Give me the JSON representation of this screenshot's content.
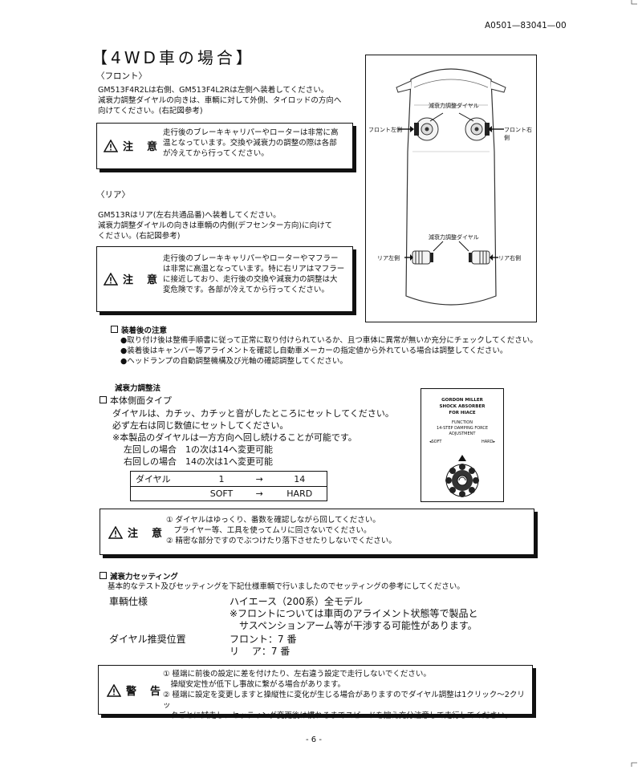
{
  "doc_code": "A0501—83041—00",
  "title": "【4WD車の場合】",
  "front": {
    "heading": "〈フロント〉",
    "lines": [
      "GM513F4R2Lは右側、GM513F4L2Rは左側へ装着してください。",
      "減衰力調整ダイヤルの向きは、車輌に対して外側、タイロッドの方向へ",
      "向けてください。(右記図参考)"
    ],
    "caution_label": "注　意",
    "caution_lines": [
      "走行後のブレーキキャリパーやローターは非常に高",
      "温となっています。交換や減衰力の調整の際は各部",
      "が冷えてから行ってください。"
    ]
  },
  "rear": {
    "heading": "〈リア〉",
    "lines": [
      "GM513Rはリア(左右共通品番)へ装着してください。",
      "減衰力調整ダイヤルの向きは車輌の内側(デフセンター方向)に向けて",
      "ください。(右記図参考)"
    ],
    "caution_label": "注　意",
    "caution_lines": [
      "走行後のブレーキキャリパーやローターやマフラー",
      "は非常に高温となっています。特に右リアはマフラー",
      "に接近しており、走行後の交換や減衰力の調整は大",
      "変危険です。各部が冷えてから行ってください。"
    ]
  },
  "diagram": {
    "front_dial_label": "減衰力調整ダイヤル",
    "front_left": "フロント左側",
    "front_right": "フロント右側",
    "rear_dial_label": "減衰力調整ダイヤル",
    "rear_left": "リア左側",
    "rear_right": "リア右側"
  },
  "after_install": {
    "heading": "装着後の注意",
    "bullets": [
      "●取り付け後は整備手順書に従って正常に取り付けられているか、且つ車体に異常が無いか充分にチェックしてください。",
      "●装着後はキャンバー等アライメントを確認し自動車メーカーの指定値から外れている場合は調整してください。",
      "●ヘッドランプの自動調整機構及び光軸の確認調整してください。"
    ]
  },
  "damping": {
    "heading": "減衰力調整法",
    "subheading": "本体側面タイプ",
    "lines": [
      "ダイヤルは、カチッ、カチッと音がしたところにセットしてください。",
      "必ず左右は同じ数値にセットしてください。"
    ],
    "note_lines": [
      "※本製品のダイヤルは一方方向へ回し続けることが可能です。",
      "左回しの場合　1の次は14へ変更可能",
      "右回しの場合　14の次は1へ変更可能"
    ],
    "table": {
      "row1": [
        "ダイヤル",
        "1",
        "→",
        "14"
      ],
      "row2": [
        "",
        "SOFT",
        "→",
        "HARD"
      ]
    },
    "label_card": {
      "l1": "GORDON MILLER",
      "l2": "SHOCK ABSORBER",
      "l3": "FOR HIACE",
      "l4": "FUNCTION",
      "l5": "14-STEP DAMPING FORCE",
      "l6": "ADJUSTMENT",
      "soft": "◂SOFT",
      "hard": "HARD▸"
    },
    "caution_label": "注　意",
    "caution_lines": [
      "① ダイヤルはゆっくり、番数を確認しながら回してください。",
      "　プライヤー等、工具を使ってムリに回さないでください。",
      "② 精密な部分ですのでぶつけたり落下させたりしないでください。"
    ]
  },
  "setting": {
    "heading": "減衰力セッティング",
    "intro": "基本的なテスト及びセッティングを下記仕様車輌で行いましたのでセッティングの参考にしてください。",
    "vehicle_label": "車輌仕様",
    "vehicle_value": "ハイエース（200系）全モデル",
    "vehicle_note1": "※フロントについては車両のアライメント状態等で製品と",
    "vehicle_note2": "サスペンションアーム等が干渉する可能性があります。",
    "dial_label": "ダイヤル推奨位置",
    "dial_front": "フロント：7 番",
    "dial_rear": "リ　 ア：7 番"
  },
  "warning": {
    "label": "警　告",
    "lines": [
      "① 極端に前後の設定に差を付けたり、左右違う設定で走行しないでください。",
      "　操縦安定性が低下し事故に繋がる場合があります。",
      "② 極端に設定を変更しますと操縦性に変化が生じる場合がありますのでダイヤル調整は1クリック〜2クリッ",
      "　クごとに試走し、セッティング変更後は慣れるまでスピードを控え充分注意して走行してください。"
    ]
  },
  "page_number": "- 6 -"
}
